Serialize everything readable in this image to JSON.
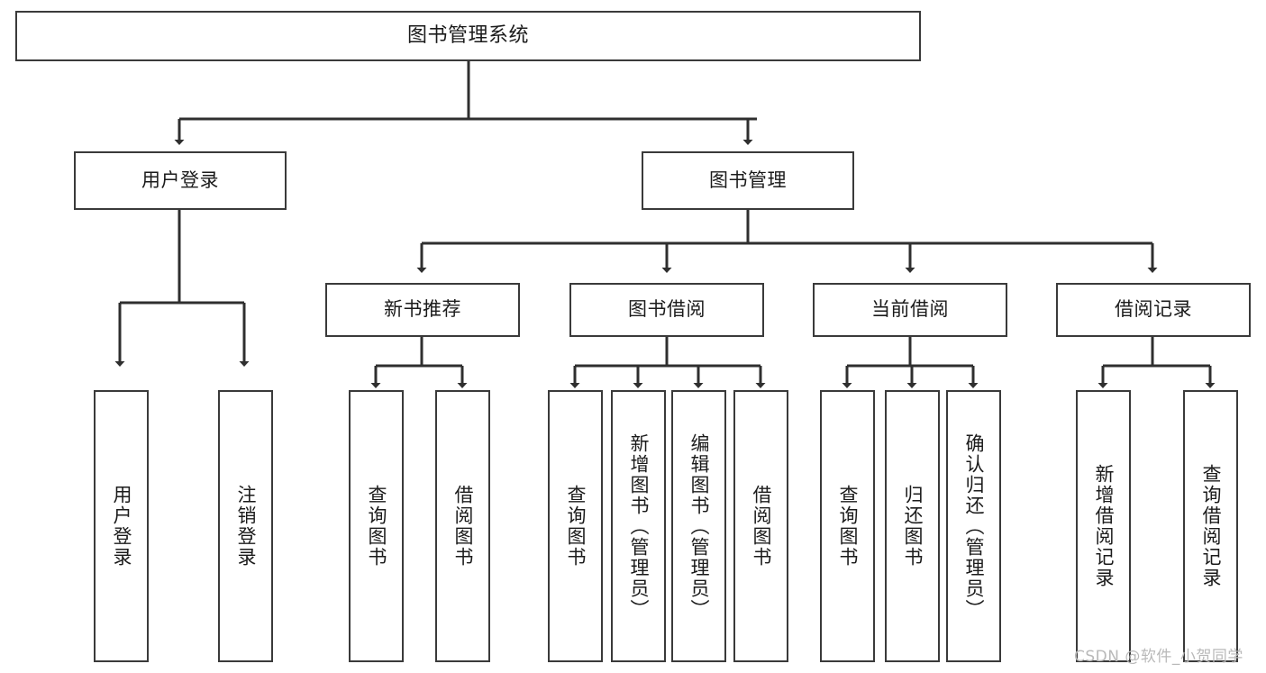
{
  "diagram": {
    "title": "图书管理系统",
    "type": "tree-hierarchy-diagram",
    "colors": {
      "box_border": "#3a3a3a",
      "line": "#2f2f2f",
      "background": "#ffffff",
      "text": "#1b1b1b",
      "watermark": "#b9b9b9"
    },
    "root": {
      "label": "图书管理系统"
    },
    "level2": [
      {
        "label": "用户登录"
      },
      {
        "label": "图书管理"
      }
    ],
    "level3": [
      {
        "label": "新书推荐"
      },
      {
        "label": "图书借阅"
      },
      {
        "label": "当前借阅"
      },
      {
        "label": "借阅记录"
      }
    ],
    "leaves": {
      "user_login": [
        {
          "label": "用户登录"
        },
        {
          "label": "注销登录"
        }
      ],
      "new_book_recommend": [
        {
          "label": "查询图书"
        },
        {
          "label": "借阅图书"
        }
      ],
      "book_borrow": [
        {
          "label": "查询图书"
        },
        {
          "label": "新增图书（管理员）"
        },
        {
          "label": "编辑图书（管理员）"
        },
        {
          "label": "借阅图书"
        }
      ],
      "current_borrow": [
        {
          "label": "查询图书"
        },
        {
          "label": "归还图书"
        },
        {
          "label": "确认归还（管理员）"
        }
      ],
      "borrow_records": [
        {
          "label": "新增借阅记录"
        },
        {
          "label": "查询借阅记录"
        }
      ]
    }
  },
  "watermark": {
    "text": "CSDN @软件_小贺同学"
  }
}
